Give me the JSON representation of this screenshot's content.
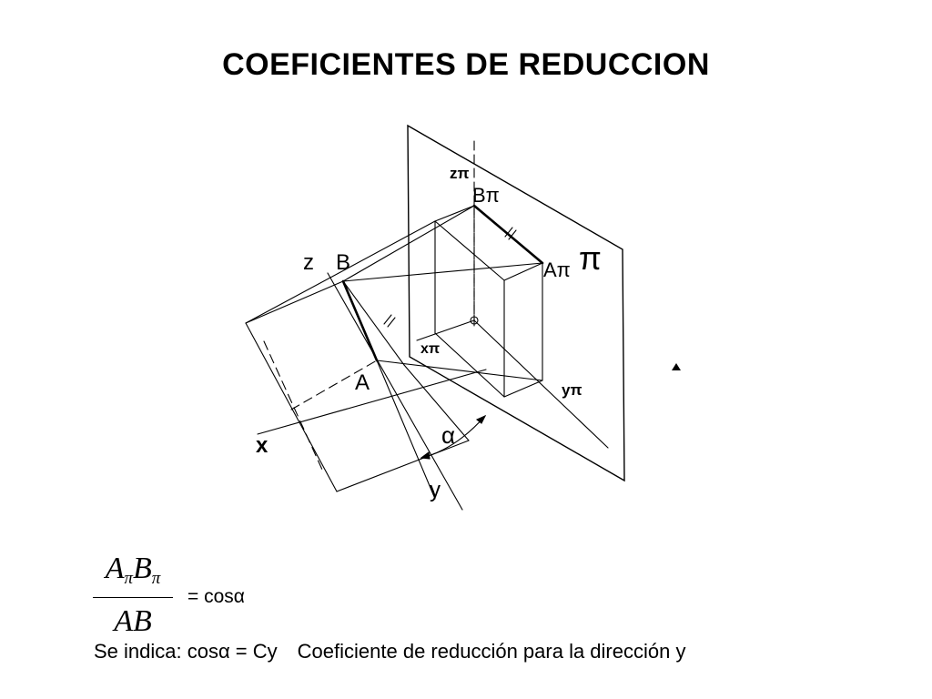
{
  "title": "COEFICIENTES DE REDUCCION",
  "diagram": {
    "labels": {
      "z": "z",
      "B": "B",
      "A": "A",
      "x": "x",
      "y": "y",
      "alpha": "α",
      "z_pi": "zπ",
      "B_pi": "Bπ",
      "A_pi": "Aπ",
      "pi": "π",
      "x_pi": "xπ",
      "y_pi": "yπ"
    }
  },
  "formula": {
    "num_A": "A",
    "num_A_sub": "π",
    "num_B": "B",
    "num_B_sub": "π",
    "denominator": "AB",
    "equals": "= cosα"
  },
  "note": {
    "part1": "Se indica: cosα = Cy",
    "part2": "Coeficiente de reducción para la dirección y"
  }
}
